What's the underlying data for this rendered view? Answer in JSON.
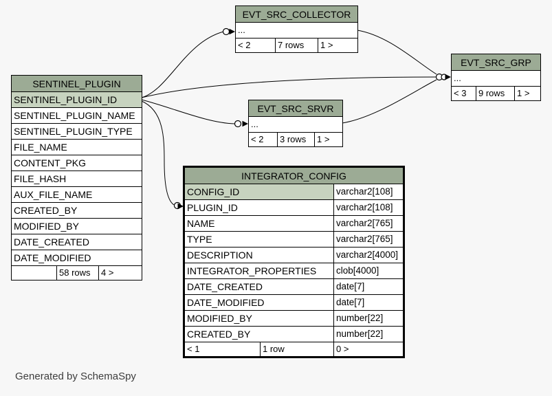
{
  "page": {
    "credit": "Generated by SchemaSpy"
  },
  "colors": {
    "background": "#f7f7f7",
    "table_header_bg": "#9cab95",
    "primary_key_bg": "#c7d3bf",
    "row_bg": "#ffffff",
    "border": "#000000"
  },
  "tables": {
    "sentinel_plugin": {
      "title": "SENTINEL_PLUGIN",
      "columns": [
        "SENTINEL_PLUGIN_ID",
        "SENTINEL_PLUGIN_NAME",
        "SENTINEL_PLUGIN_TYPE",
        "FILE_NAME",
        "CONTENT_PKG",
        "FILE_HASH",
        "AUX_FILE_NAME",
        "CREATED_BY",
        "MODIFIED_BY",
        "DATE_CREATED",
        "DATE_MODIFIED"
      ],
      "key_column": "SENTINEL_PLUGIN_ID",
      "footer": {
        "left": "",
        "center": "58 rows",
        "right": "4 >"
      }
    },
    "evt_src_collector": {
      "title": "EVT_SRC_COLLECTOR",
      "body": "...",
      "footer": {
        "left": "< 2",
        "center": "7 rows",
        "right": "1 >"
      }
    },
    "evt_src_grp": {
      "title": "EVT_SRC_GRP",
      "body": "...",
      "footer": {
        "left": "< 3",
        "center": "9 rows",
        "right": "1 >"
      }
    },
    "evt_src_srvr": {
      "title": "EVT_SRC_SRVR",
      "body": "...",
      "footer": {
        "left": "< 2",
        "center": "3 rows",
        "right": "1 >"
      }
    },
    "integrator_config": {
      "title": "INTEGRATOR_CONFIG",
      "key_column": "CONFIG_ID",
      "columns": [
        {
          "name": "CONFIG_ID",
          "type": "varchar2[108]"
        },
        {
          "name": "PLUGIN_ID",
          "type": "varchar2[108]"
        },
        {
          "name": "NAME",
          "type": "varchar2[765]"
        },
        {
          "name": "TYPE",
          "type": "varchar2[765]"
        },
        {
          "name": "DESCRIPTION",
          "type": "varchar2[4000]"
        },
        {
          "name": "INTEGRATOR_PROPERTIES",
          "type": "clob[4000]"
        },
        {
          "name": "DATE_CREATED",
          "type": "date[7]"
        },
        {
          "name": "DATE_MODIFIED",
          "type": "date[7]"
        },
        {
          "name": "MODIFIED_BY",
          "type": "number[22]"
        },
        {
          "name": "CREATED_BY",
          "type": "number[22]"
        }
      ],
      "footer": {
        "left": "< 1",
        "center": "1 row",
        "right": "0 >"
      }
    }
  },
  "relationships": [
    {
      "from": "SENTINEL_PLUGIN.SENTINEL_PLUGIN_ID",
      "to": "EVT_SRC_COLLECTOR"
    },
    {
      "from": "SENTINEL_PLUGIN.SENTINEL_PLUGIN_ID",
      "to": "EVT_SRC_GRP"
    },
    {
      "from": "SENTINEL_PLUGIN.SENTINEL_PLUGIN_ID",
      "to": "EVT_SRC_SRVR"
    },
    {
      "from": "SENTINEL_PLUGIN.SENTINEL_PLUGIN_ID",
      "to": "INTEGRATOR_CONFIG.PLUGIN_ID"
    },
    {
      "from": "EVT_SRC_COLLECTOR",
      "to": "EVT_SRC_GRP"
    },
    {
      "from": "EVT_SRC_SRVR",
      "to": "EVT_SRC_GRP"
    }
  ]
}
